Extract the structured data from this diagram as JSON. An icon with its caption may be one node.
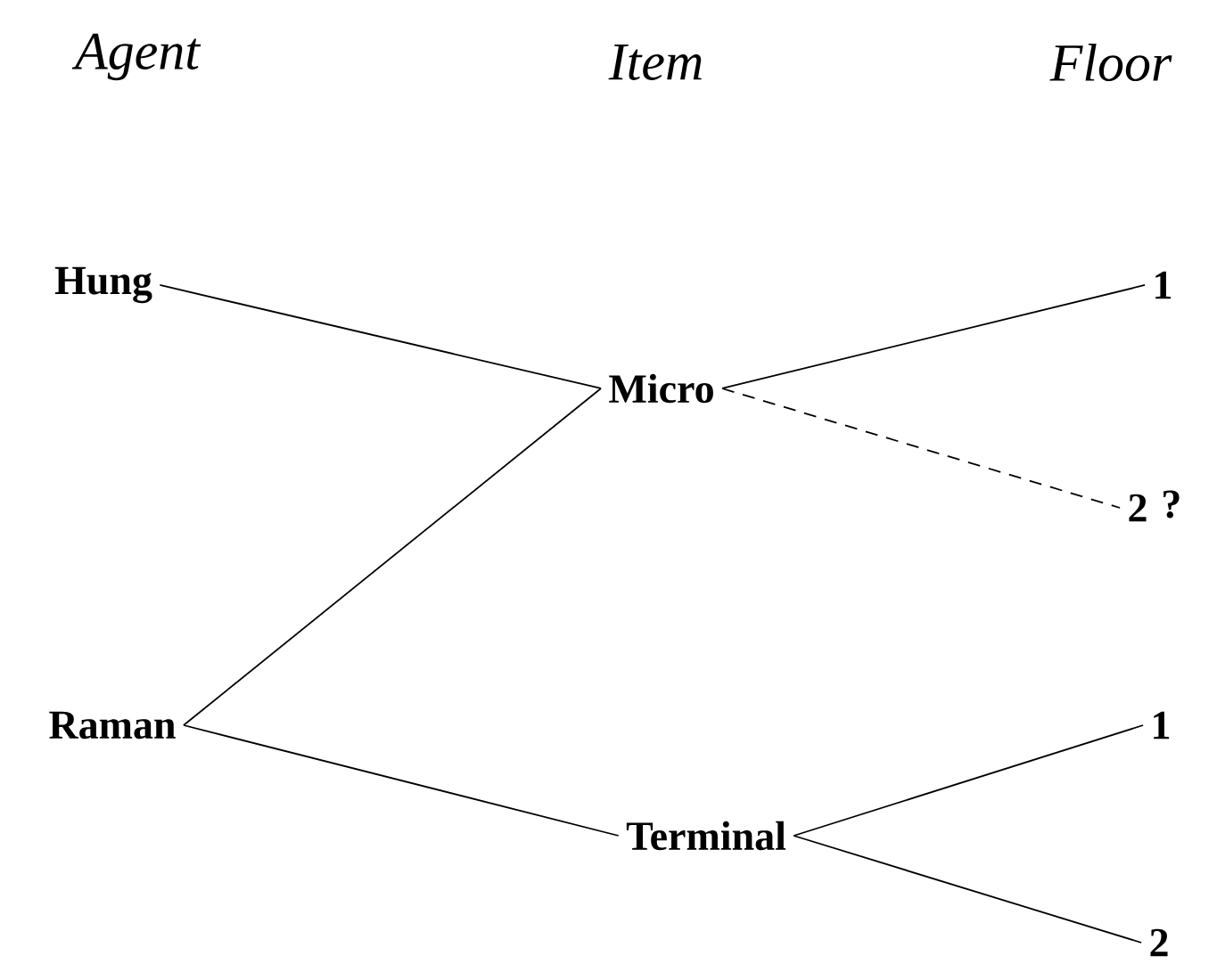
{
  "diagram": {
    "nodes": [
      {
        "text": [
          "Hung"
        ]
      },
      {
        "text": [
          "Micro"
        ]
      },
      {
        "text": [
          "Raman"
        ]
      },
      {
        "text": [
          "Terminal"
        ]
      },
      {
        "text": [
          "1"
        ]
      },
      {
        "text": [
          "2"
        ],
        "beside": [
          "?"
        ]
      },
      {
        "text": [
          "1"
        ]
      },
      {
        "text": [
          "2"
        ]
      }
    ],
    "edges": [
      {
        "from": 0,
        "to": 1,
        "arrow": "none"
      },
      {
        "from": 1,
        "to": 4,
        "arrow": "none"
      },
      {
        "from": 1,
        "to": 5,
        "arrow": "none",
        "style": "dashed"
      },
      {
        "from": 2,
        "to": 1,
        "arrow": "none"
      },
      {
        "from": 2,
        "to": 3,
        "arrow": "none"
      },
      {
        "from": 3,
        "to": 6,
        "arrow": "none"
      },
      {
        "from": 3,
        "to": 7,
        "arrow": "none"
      }
    ],
    "labels": [
      "Agent",
      "Item",
      "Floor"
    ]
  }
}
